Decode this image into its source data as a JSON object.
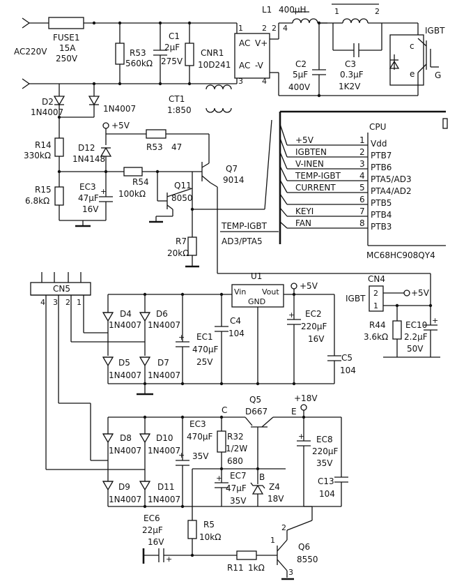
{
  "input": {
    "line1": "AC220V"
  },
  "fuse": {
    "ref": "FUSE1",
    "rating": "15A",
    "voltage": "250V"
  },
  "r53": {
    "ref": "R53",
    "value": "560kΩ"
  },
  "c1": {
    "ref": "C1",
    "value": "2μF",
    "voltage": "275V"
  },
  "cnr1": {
    "ref": "CNR1",
    "part": "10D241"
  },
  "bridge": {
    "ac1": "AC",
    "ac2": "AC",
    "vplus": "V+",
    "vminus": "-V",
    "pin1": "1",
    "pin2": "2",
    "pin3": "3",
    "pin4": "4"
  },
  "l1": {
    "ref": "L1",
    "value": "400μH",
    "pin2": "2",
    "pin4": "4"
  },
  "c2": {
    "ref": "C2",
    "value": "5μF",
    "voltage": "400V"
  },
  "coil": {
    "pin1": "1",
    "pin2": "2"
  },
  "c3": {
    "ref": "C3",
    "value": "0.3μF",
    "voltage": "1K2V"
  },
  "igbt": {
    "label": "IGBT",
    "c": "c",
    "e": "e",
    "g": "G"
  },
  "ct1": {
    "ref": "CT1",
    "ratio": "1:850"
  },
  "d2": {
    "ref": "D2",
    "part": "1N4007"
  },
  "d3": {
    "part": "1N4007"
  },
  "r14": {
    "ref": "R14",
    "value": "330kΩ"
  },
  "d12": {
    "ref": "D12",
    "part": "1N4148"
  },
  "vcc_top": "+5V",
  "r53b": {
    "ref": "R53",
    "value": "47"
  },
  "r15": {
    "ref": "R15",
    "value": "6.8kΩ"
  },
  "ec3a": {
    "ref": "EC3",
    "value": "47μF",
    "voltage": "16V"
  },
  "r54": {
    "ref": "R54",
    "value": "100kΩ"
  },
  "q7": {
    "ref": "Q7",
    "part": "9014"
  },
  "q11": {
    "ref": "Q11",
    "part": "8050"
  },
  "r7": {
    "ref": "R7",
    "value": "20kΩ"
  },
  "temp_net": {
    "name": "TEMP-IGBT",
    "pin": "AD3/PTA5"
  },
  "cpu": {
    "title": "CPU",
    "part": "MC68HC908QY4",
    "pins": [
      {
        "net": "+5V",
        "num": "1",
        "port": "Vdd"
      },
      {
        "net": "IGBTEN",
        "num": "2",
        "port": "PTB7"
      },
      {
        "net": "V-INEN",
        "num": "3",
        "port": "PTB6"
      },
      {
        "net": "TEMP-IGBT",
        "num": "4",
        "port": "PTA5/AD3"
      },
      {
        "net": "CURRENT",
        "num": "5",
        "port": "PTA4/AD2"
      },
      {
        "net": "",
        "num": "6",
        "port": "PTB5"
      },
      {
        "net": "KEYI",
        "num": "7",
        "port": "PTB4"
      },
      {
        "net": "FAN",
        "num": "8",
        "port": "PTB3"
      }
    ]
  },
  "cn5": {
    "ref": "CN5",
    "pins": [
      "4",
      "3",
      "2",
      "1"
    ]
  },
  "d4": {
    "ref": "D4",
    "part": "1N4007"
  },
  "d5": {
    "ref": "D5",
    "part": "1N4007"
  },
  "d6": {
    "ref": "D6",
    "part": "1N4007"
  },
  "d7": {
    "ref": "D7",
    "part": "1N4007"
  },
  "ec1": {
    "ref": "EC1",
    "value": "470μF",
    "voltage": "25V"
  },
  "c4": {
    "ref": "C4",
    "value": "104"
  },
  "u1": {
    "ref": "U1",
    "vin": "Vin",
    "vout": "Vout",
    "gnd": "GND"
  },
  "vcc_u1": "+5V",
  "ec2": {
    "ref": "EC2",
    "value": "220μF",
    "voltage": "16V"
  },
  "c5": {
    "ref": "C5",
    "value": "104"
  },
  "cn4": {
    "ref": "CN4",
    "pin2": "2",
    "pin1": "1",
    "label": "IGBT"
  },
  "vcc_cn4": "+5V",
  "r44": {
    "ref": "R44",
    "value": "3.6kΩ"
  },
  "ec10": {
    "ref": "EC10",
    "value": "2.2μF",
    "voltage": "50V"
  },
  "d8": {
    "ref": "D8",
    "part": "1N4007"
  },
  "d9": {
    "ref": "D9",
    "part": "1N4007"
  },
  "d10": {
    "ref": "D10",
    "part": "1N4007"
  },
  "d11": {
    "ref": "D11",
    "part": "1N4007"
  },
  "ec3b": {
    "ref": "EC3",
    "value": "470μF",
    "voltage": "35V"
  },
  "node_c": "C",
  "r32": {
    "ref": "R32",
    "power": "1/2W",
    "value": "680"
  },
  "q5": {
    "ref": "Q5",
    "part": "D667"
  },
  "vcc18": "+18V",
  "node_e": "E",
  "ec8": {
    "ref": "EC8",
    "value": "220μF",
    "voltage": "35V"
  },
  "ec7": {
    "ref": "EC7",
    "value": "47μF",
    "voltage": "35V"
  },
  "node_b": "B",
  "z4": {
    "ref": "Z4",
    "value": "18V"
  },
  "c13": {
    "ref": "C13",
    "value": "104"
  },
  "ec6": {
    "ref": "EC6",
    "value": "22μF",
    "voltage": "16V"
  },
  "r5": {
    "ref": "R5",
    "value": "10kΩ"
  },
  "r11": {
    "ref": "R11",
    "value": "1kΩ"
  },
  "q6": {
    "ref": "Q6",
    "part": "8550",
    "pin1": "1",
    "pin2": "2",
    "pin3": "3"
  }
}
